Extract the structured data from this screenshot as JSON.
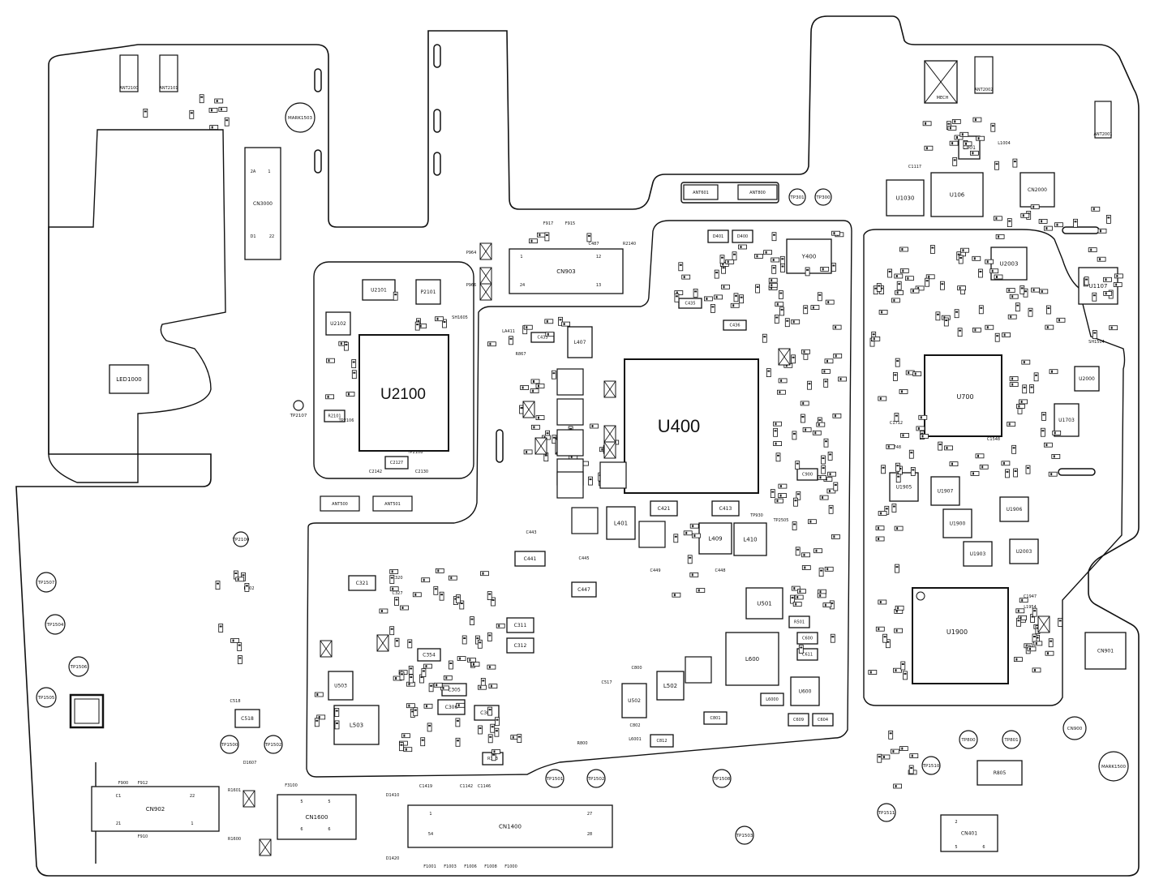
{
  "big_chips": {
    "u400": "U400",
    "u2100": "U2100",
    "u700": "U700",
    "u1900": "U1900"
  },
  "chips": [
    {
      "id": "u106",
      "label": "U106"
    },
    {
      "id": "u1030",
      "label": "U1030"
    },
    {
      "id": "u001",
      "label": "U001"
    },
    {
      "id": "cn2000",
      "label": "CN2000"
    },
    {
      "id": "u2003",
      "label": "U2003"
    },
    {
      "id": "u1107",
      "label": "U1107"
    },
    {
      "id": "y400",
      "label": "Y400"
    },
    {
      "id": "cn903",
      "label": "CN903"
    },
    {
      "id": "cn902",
      "label": "CN902"
    },
    {
      "id": "cn1600",
      "label": "CN1600"
    },
    {
      "id": "cn1400",
      "label": "CN1400"
    },
    {
      "id": "cn3000",
      "label": "CN3000"
    },
    {
      "id": "led1000",
      "label": "LED1000"
    },
    {
      "id": "u501",
      "label": "U501"
    },
    {
      "id": "l600",
      "label": "L600"
    },
    {
      "id": "u600",
      "label": "U600"
    },
    {
      "id": "u502",
      "label": "U502"
    },
    {
      "id": "l502",
      "label": "L502"
    },
    {
      "id": "u503",
      "label": "U503"
    },
    {
      "id": "l503",
      "label": "L503"
    },
    {
      "id": "l401",
      "label": "L401"
    },
    {
      "id": "l409",
      "label": "L409"
    },
    {
      "id": "l410",
      "label": "L410"
    },
    {
      "id": "l407",
      "label": "L407"
    },
    {
      "id": "u1905",
      "label": "U1905"
    },
    {
      "id": "u1907",
      "label": "U1907"
    },
    {
      "id": "u1906",
      "label": "U1906"
    },
    {
      "id": "u1900",
      "label": "U1900"
    },
    {
      "id": "u1903",
      "label": "U1903"
    },
    {
      "id": "u2003b",
      "label": "U2003"
    },
    {
      "id": "u1703",
      "label": "U1703"
    },
    {
      "id": "u2000",
      "label": "U2000"
    },
    {
      "id": "u2101",
      "label": "U2101"
    },
    {
      "id": "u2102",
      "label": "U2102"
    },
    {
      "id": "p2101",
      "label": "P2101"
    },
    {
      "id": "cn401",
      "label": "CN401"
    },
    {
      "id": "cn901",
      "label": "CN901"
    },
    {
      "id": "r805",
      "label": "R805"
    },
    {
      "id": "c421",
      "label": "C421"
    },
    {
      "id": "c413",
      "label": "C413"
    },
    {
      "id": "c441",
      "label": "C441"
    },
    {
      "id": "c447",
      "label": "C447"
    },
    {
      "id": "c311",
      "label": "C311"
    },
    {
      "id": "c312",
      "label": "C312"
    },
    {
      "id": "c321",
      "label": "C321"
    },
    {
      "id": "c306",
      "label": "C306"
    },
    {
      "id": "c301",
      "label": "C301"
    },
    {
      "id": "c305",
      "label": "C305"
    },
    {
      "id": "c354",
      "label": "C354"
    },
    {
      "id": "c518",
      "label": "C518"
    },
    {
      "id": "c609",
      "label": "C609"
    },
    {
      "id": "c604",
      "label": "C604"
    },
    {
      "id": "c2127",
      "label": "C2127"
    },
    {
      "id": "r2101",
      "label": "R2101"
    },
    {
      "id": "r303",
      "label": "R303"
    },
    {
      "id": "l6000",
      "label": "L6000"
    },
    {
      "id": "c801",
      "label": "C801"
    },
    {
      "id": "c812",
      "label": "C812"
    },
    {
      "id": "d401",
      "label": "D401"
    },
    {
      "id": "d400",
      "label": "D400"
    },
    {
      "id": "c435",
      "label": "C435"
    },
    {
      "id": "c436",
      "label": "C436"
    },
    {
      "id": "c433",
      "label": "C433"
    },
    {
      "id": "c900",
      "label": "C900"
    },
    {
      "id": "r501",
      "label": "R501"
    },
    {
      "id": "c611",
      "label": "C611"
    },
    {
      "id": "c600",
      "label": "C600"
    },
    {
      "id": "c2000",
      "label": "C2000"
    }
  ],
  "test_points": [
    {
      "id": "tp2107",
      "label": "TP2107"
    },
    {
      "id": "tp2100",
      "label": "TP2100"
    },
    {
      "id": "tp1507",
      "label": "TP1507"
    },
    {
      "id": "tp1504",
      "label": "TP1504"
    },
    {
      "id": "tp1506",
      "label": "TP1506"
    },
    {
      "id": "tp1505",
      "label": "TP1505"
    },
    {
      "id": "tp1500",
      "label": "TP1500"
    },
    {
      "id": "tp1502",
      "label": "TP1502"
    },
    {
      "id": "tp1501",
      "label": "TP1501"
    },
    {
      "id": "tp1502b",
      "label": "TP1502"
    },
    {
      "id": "tp1508",
      "label": "TP1508"
    },
    {
      "id": "tp1503",
      "label": "TP1503"
    },
    {
      "id": "tp1510",
      "label": "TP1510"
    },
    {
      "id": "tp1511",
      "label": "TP1511"
    },
    {
      "id": "tp800",
      "label": "TP800"
    },
    {
      "id": "tp801",
      "label": "TP801"
    },
    {
      "id": "tp301",
      "label": "TP301"
    },
    {
      "id": "tp300",
      "label": "TP300"
    },
    {
      "id": "mark1503",
      "label": "MARK1503"
    },
    {
      "id": "mark1500",
      "label": "MARK1500"
    },
    {
      "id": "cn900",
      "label": "CN900"
    }
  ],
  "antennas": [
    {
      "id": "ant2100",
      "label": "ANT2100"
    },
    {
      "id": "ant2101",
      "label": "ANT2101"
    },
    {
      "id": "ant2002",
      "label": "ANT2002"
    },
    {
      "id": "ant2001",
      "label": "ANT2001"
    },
    {
      "id": "ant601",
      "label": "ANT601"
    },
    {
      "id": "ant800",
      "label": "ANT800"
    },
    {
      "id": "ant500",
      "label": "ANT500"
    },
    {
      "id": "ant501",
      "label": "ANT501"
    }
  ],
  "small_labels": [
    {
      "id": "sh1605",
      "label": "SH1605"
    },
    {
      "id": "sh1504",
      "label": "SH1504"
    },
    {
      "id": "f917",
      "label": "F917"
    },
    {
      "id": "f915",
      "label": "F915"
    },
    {
      "id": "f912",
      "label": "F912"
    },
    {
      "id": "f910",
      "label": "F910"
    },
    {
      "id": "f900",
      "label": "F900"
    },
    {
      "id": "f3100",
      "label": "F3100"
    },
    {
      "id": "f1001",
      "label": "F1001"
    },
    {
      "id": "f1003",
      "label": "F1003"
    },
    {
      "id": "f1006",
      "label": "F1006"
    },
    {
      "id": "f1008",
      "label": "F1008"
    },
    {
      "id": "f1000",
      "label": "F1000"
    },
    {
      "id": "d1607",
      "label": "D1607"
    },
    {
      "id": "d1410",
      "label": "D1410"
    },
    {
      "id": "d1420",
      "label": "D1420"
    },
    {
      "id": "r1601",
      "label": "R1601"
    },
    {
      "id": "r1600",
      "label": "R1600"
    },
    {
      "id": "c1419",
      "label": "C1419"
    },
    {
      "id": "c1142",
      "label": "C1142"
    },
    {
      "id": "c1146",
      "label": "C1146"
    },
    {
      "id": "c1117",
      "label": "C1117"
    },
    {
      "id": "c1947",
      "label": "C1947"
    },
    {
      "id": "l1954",
      "label": "L1954"
    },
    {
      "id": "l1004",
      "label": "L1004"
    },
    {
      "id": "c320",
      "label": "C320"
    },
    {
      "id": "c327",
      "label": "C327"
    },
    {
      "id": "r702",
      "label": "R702"
    },
    {
      "id": "c518b",
      "label": "C518"
    },
    {
      "id": "c2142",
      "label": "C2142"
    },
    {
      "id": "c2130",
      "label": "C2130"
    },
    {
      "id": "tp2106",
      "label": "TP2106"
    },
    {
      "id": "tp2108",
      "label": "TP2108"
    },
    {
      "id": "tp930",
      "label": "TP930"
    },
    {
      "id": "tp2505",
      "label": "TP2505"
    },
    {
      "id": "c443",
      "label": "C443"
    },
    {
      "id": "c445",
      "label": "C445"
    },
    {
      "id": "c449",
      "label": "C449"
    },
    {
      "id": "c448",
      "label": "C448"
    },
    {
      "id": "c800",
      "label": "C800"
    },
    {
      "id": "c802",
      "label": "C802"
    },
    {
      "id": "r800",
      "label": "R800"
    },
    {
      "id": "l6001",
      "label": "L6001"
    },
    {
      "id": "c517",
      "label": "C517"
    },
    {
      "id": "c1712",
      "label": "C1712"
    },
    {
      "id": "c1748",
      "label": "C1748"
    },
    {
      "id": "c1548",
      "label": "C1548"
    },
    {
      "id": "r2140",
      "label": "R2140"
    },
    {
      "id": "c487",
      "label": "C487"
    },
    {
      "id": "p964",
      "label": "P964"
    },
    {
      "id": "p966",
      "label": "P966"
    },
    {
      "id": "r867",
      "label": "R867"
    },
    {
      "id": "la411",
      "label": "LA411"
    },
    {
      "id": "cn903_1",
      "label": "1"
    },
    {
      "id": "cn903_12",
      "label": "12"
    },
    {
      "id": "cn903_24",
      "label": "24"
    },
    {
      "id": "cn903_13",
      "label": "13"
    },
    {
      "id": "cn902_c1",
      "label": "C1"
    },
    {
      "id": "cn902_22",
      "label": "22"
    },
    {
      "id": "cn902_21",
      "label": "21"
    },
    {
      "id": "cn902_1",
      "label": "1"
    },
    {
      "id": "cn1600_5a",
      "label": "5"
    },
    {
      "id": "cn1600_5b",
      "label": "5"
    },
    {
      "id": "cn1600_6a",
      "label": "6"
    },
    {
      "id": "cn1600_6b",
      "label": "6"
    },
    {
      "id": "cn1400_1",
      "label": "1"
    },
    {
      "id": "cn1400_27",
      "label": "27"
    },
    {
      "id": "cn1400_54",
      "label": "54"
    },
    {
      "id": "cn1400_28",
      "label": "28"
    },
    {
      "id": "cn401_2",
      "label": "2"
    },
    {
      "id": "cn401_5",
      "label": "5"
    },
    {
      "id": "cn401_6",
      "label": "6"
    },
    {
      "id": "cn3000_1",
      "label": "1"
    },
    {
      "id": "cn3000_2a",
      "label": "2A"
    },
    {
      "id": "cn3000_22",
      "label": "22"
    },
    {
      "id": "cn3000_d1",
      "label": "D1"
    },
    {
      "id": "mech",
      "label": "MECH"
    }
  ]
}
